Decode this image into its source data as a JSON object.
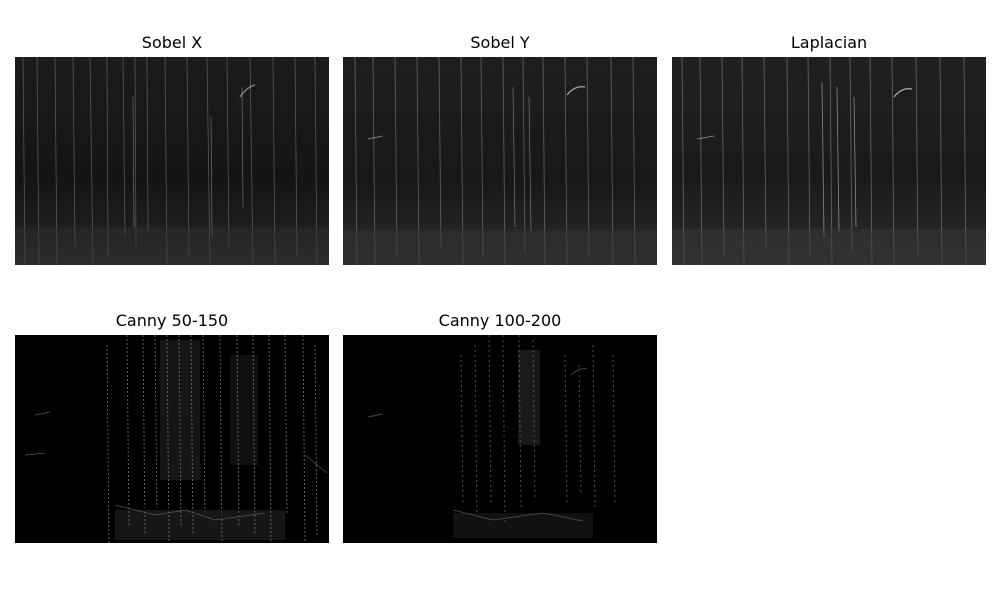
{
  "figure": {
    "panels": [
      {
        "title": "Sobel X"
      },
      {
        "title": "Sobel Y"
      },
      {
        "title": "Laplacian"
      },
      {
        "title": "Canny 50-150"
      },
      {
        "title": "Canny 100-200"
      }
    ]
  }
}
